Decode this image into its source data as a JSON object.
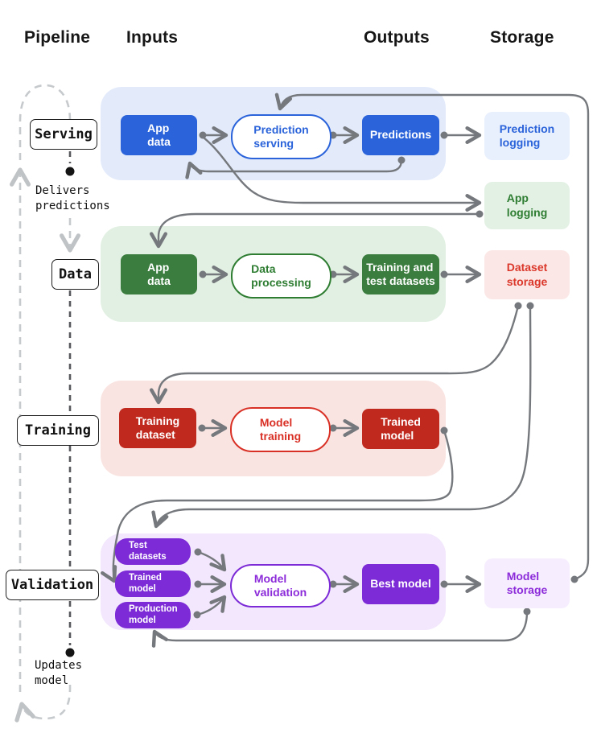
{
  "headers": {
    "pipeline": "Pipeline",
    "inputs": "Inputs",
    "outputs": "Outputs",
    "storage": "Storage"
  },
  "pipeline": {
    "stages": [
      {
        "label": "Serving"
      },
      {
        "label": "Data"
      },
      {
        "label": "Training"
      },
      {
        "label": "Validation"
      }
    ],
    "annotations": [
      {
        "label": "Delivers\npredictions"
      },
      {
        "label": "Updates\nmodel"
      }
    ]
  },
  "rows": {
    "serving": {
      "input": "App\ndata",
      "process": "Prediction\nserving",
      "output": "Predictions",
      "storage": "Prediction\nlogging"
    },
    "data": {
      "input": "App\ndata",
      "process": "Data\nprocessing",
      "output": "Training and\ntest datasets",
      "storage": "Dataset\nstorage"
    },
    "training": {
      "input": "Training\ndataset",
      "process": "Model\ntraining",
      "output": "Trained\nmodel"
    },
    "validation": {
      "inputs": [
        "Test\ndatasets",
        "Trained\nmodel",
        "Production\nmodel"
      ],
      "process": "Model\nvalidation",
      "output": "Best model",
      "storage": "Model\nstorage"
    },
    "app_logging_storage": "App\nlogging"
  },
  "edges": [
    {
      "from": "app-data-serving",
      "to": "prediction-serving"
    },
    {
      "from": "prediction-serving",
      "to": "predictions"
    },
    {
      "from": "predictions",
      "to": "prediction-logging"
    },
    {
      "from": "predictions",
      "to": "app-data-serving"
    },
    {
      "from": "app-data-serving",
      "to": "app-logging"
    },
    {
      "from": "app-logging",
      "to": "app-data-data-row"
    },
    {
      "from": "app-data-data-row",
      "to": "data-processing"
    },
    {
      "from": "data-processing",
      "to": "training-and-test-datasets"
    },
    {
      "from": "training-and-test-datasets",
      "to": "dataset-storage"
    },
    {
      "from": "dataset-storage",
      "to": "training-dataset"
    },
    {
      "from": "dataset-storage",
      "to": "test-datasets"
    },
    {
      "from": "training-dataset",
      "to": "model-training"
    },
    {
      "from": "model-training",
      "to": "trained-model"
    },
    {
      "from": "trained-model",
      "to": "trained-model-validation-row"
    },
    {
      "from": "test-datasets",
      "to": "model-validation"
    },
    {
      "from": "trained-model-validation-row",
      "to": "model-validation"
    },
    {
      "from": "production-model",
      "to": "model-validation"
    },
    {
      "from": "model-validation",
      "to": "best-model"
    },
    {
      "from": "best-model",
      "to": "model-storage"
    },
    {
      "from": "model-storage",
      "to": "prediction-serving"
    },
    {
      "from": "model-storage",
      "to": "production-model"
    }
  ],
  "colors": {
    "blue": "#2a63da",
    "green": "#3b7d3f",
    "green_text": "#2e7d32",
    "red": "#c02a1e",
    "red_text": "#d93025",
    "purple": "#7c2bd6",
    "purple_text": "#8c2bd9",
    "band_blue": "#e3ebfb",
    "band_green": "#e1f0e2",
    "band_red": "#fae4e2",
    "band_purple": "#f2e7fc",
    "arrow_gray": "#75787c",
    "dash_dark": "#56585c",
    "dash_light": "#c7cacd"
  }
}
